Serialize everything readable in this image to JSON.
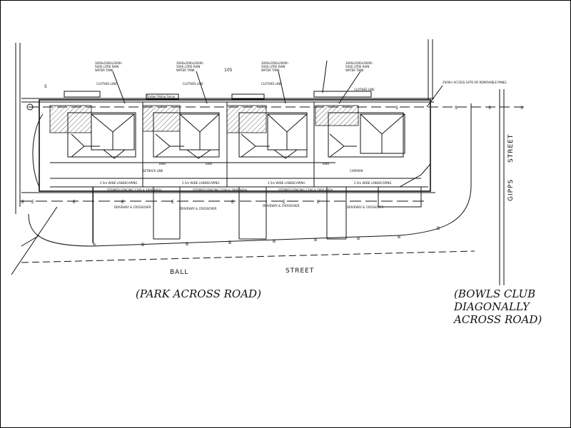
{
  "plan": {
    "frontage_dimension": "105",
    "street_labels": {
      "ball": "BALL",
      "street": "STREET",
      "gipps": "GIPPS",
      "gipps_street": "STREET"
    },
    "water_tanks": [
      [
        "3000x2000x2000h",
        "5000 LITRE RAIN",
        "WATER TANK"
      ],
      [
        "3000x2000x2000h",
        "5000 LITRE RAIN",
        "WATER TANK"
      ],
      [
        "3000x2000x2000h",
        "5000 LITRE RAIN",
        "WATER TANK"
      ],
      [
        "3000x2000x2000h",
        "5000 LITRE RAIN",
        "WATER TANK"
      ]
    ],
    "clothes_line": "CLOTHES LINE",
    "timber_paling": "Timber Paling Fence",
    "setback_line": "SETBACK LINE",
    "landscaping": "2.5m WIDE LANDSCAPING",
    "stepped_fencing": "STEPPED FENCING 1200 & 1800 HIGH",
    "driveway": "DRIVEWAY & CROSSOVER",
    "carpark": "CARPARK",
    "bins": "BINS",
    "access_gate": "2000m ACCESS GATE OR REMOVABLE PANEL",
    "bowls_club_lines": [
      "(BOWLS CLUB",
      "DIAGONALLY",
      "ACROSS ROAD)"
    ],
    "park_note": "(PARK ACROSS ROAD)"
  }
}
